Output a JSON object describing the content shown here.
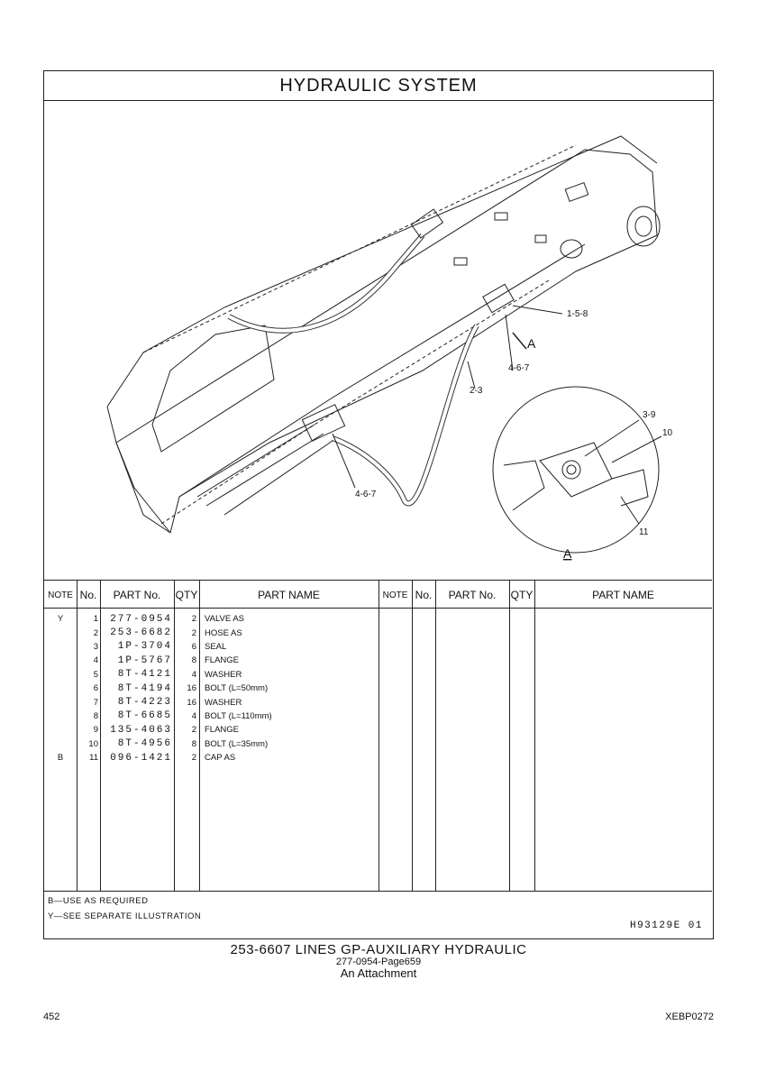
{
  "title": "HYDRAULIC  SYSTEM",
  "callouts": {
    "c1": "1-5-8",
    "c2": "A",
    "c3": "4-6-7",
    "c4": "2-3",
    "c5": "4-6-7",
    "c6": "3-9",
    "c7": "10",
    "c8": "11",
    "c9": "A"
  },
  "table": {
    "headers": [
      "NOTE",
      "No.",
      "PART No.",
      "QTY",
      "PART NAME",
      "NOTE",
      "No.",
      "PART No.",
      "QTY",
      "PART NAME"
    ],
    "rows": [
      {
        "note": "Y",
        "no": "1",
        "part": "277-0954",
        "qty": "2",
        "name": "VALVE AS"
      },
      {
        "note": "",
        "no": "2",
        "part": "253-6682",
        "qty": "2",
        "name": "HOSE AS"
      },
      {
        "note": "",
        "no": "3",
        "part": "1P-3704",
        "qty": "6",
        "name": "SEAL"
      },
      {
        "note": "",
        "no": "4",
        "part": "1P-5767",
        "qty": "8",
        "name": "FLANGE"
      },
      {
        "note": "",
        "no": "5",
        "part": "8T-4121",
        "qty": "4",
        "name": "WASHER"
      },
      {
        "note": "",
        "no": "6",
        "part": "8T-4194",
        "qty": "16",
        "name": "BOLT (L=50mm)"
      },
      {
        "note": "",
        "no": "7",
        "part": "8T-4223",
        "qty": "16",
        "name": "WASHER"
      },
      {
        "note": "",
        "no": "8",
        "part": "8T-6685",
        "qty": "4",
        "name": "BOLT (L=110mm)"
      },
      {
        "note": "",
        "no": "9",
        "part": "135-4063",
        "qty": "2",
        "name": "FLANGE"
      },
      {
        "note": "",
        "no": "10",
        "part": "8T-4956",
        "qty": "8",
        "name": "BOLT (L=35mm)"
      },
      {
        "note": "B",
        "no": "11",
        "part": "096-1421",
        "qty": "2",
        "name": "CAP AS"
      }
    ],
    "notes": [
      "B—USE AS REQUIRED",
      "Y—SEE SEPARATE ILLUSTRATION"
    ],
    "code": "H93129E   01"
  },
  "caption": {
    "line1": "253-6607  LINES GP-AUXILIARY HYDRAULIC",
    "line2": "277-0954-Page659",
    "line3": "An Attachment"
  },
  "footer": {
    "page": "452",
    "doc": "XEBP0272"
  }
}
